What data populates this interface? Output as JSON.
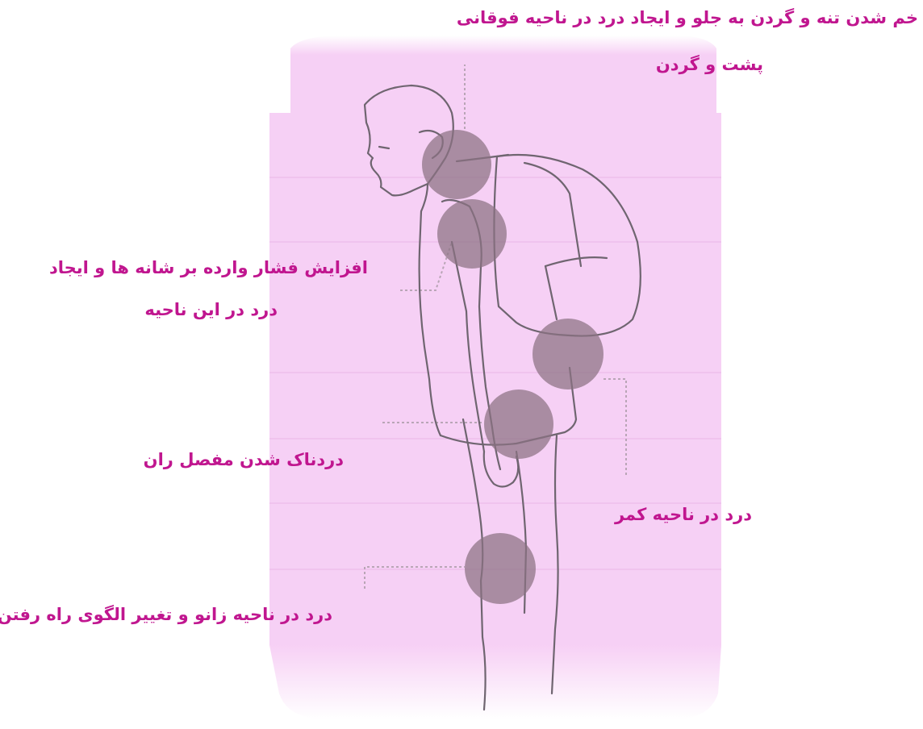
{
  "colors": {
    "label": "#c0168f",
    "overlay": "#f5c8f3",
    "pain_circle": "#8b7282",
    "outline": "#6f6570",
    "leader": "#b9a5b6"
  },
  "labels": {
    "neck_line1": "خم شدن تنه و گردن به جلو و ایجاد درد در ناحیه فوقانی",
    "neck_line2": "پشت و گردن",
    "shoulder_line1": "افزایش فشار وارده بر شانه ها و ایجاد",
    "shoulder_line2": "درد در این ناحیه",
    "hip": "دردناک شدن مفصل ران",
    "lower_back": "درد در ناحیه کمر",
    "knee": "درد در ناحیه زانو و تغییر الگوی راه رفتن"
  }
}
